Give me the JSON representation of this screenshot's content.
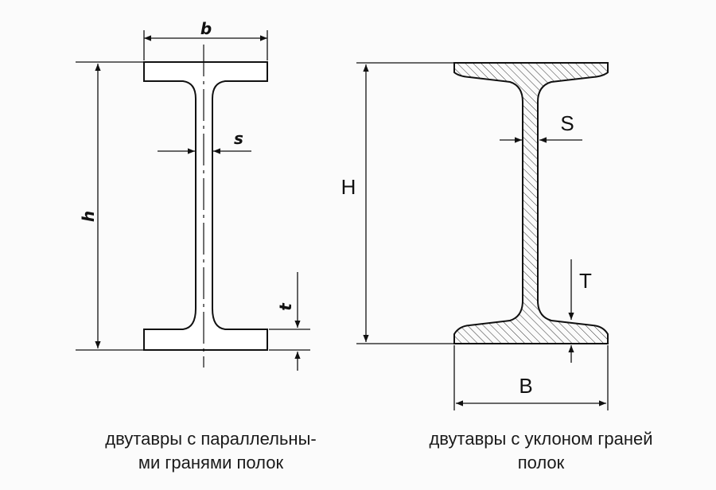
{
  "diagram": {
    "left_beam": {
      "labels": {
        "width": "b",
        "web": "s",
        "height": "h",
        "flange": "t"
      },
      "caption": [
        "двутавры с параллельны-",
        "ми гранями полок"
      ]
    },
    "right_beam": {
      "labels": {
        "width": "B",
        "web": "S",
        "height": "H",
        "flange": "T"
      },
      "caption": [
        "двутавры с уклоном граней",
        "полок"
      ]
    }
  }
}
